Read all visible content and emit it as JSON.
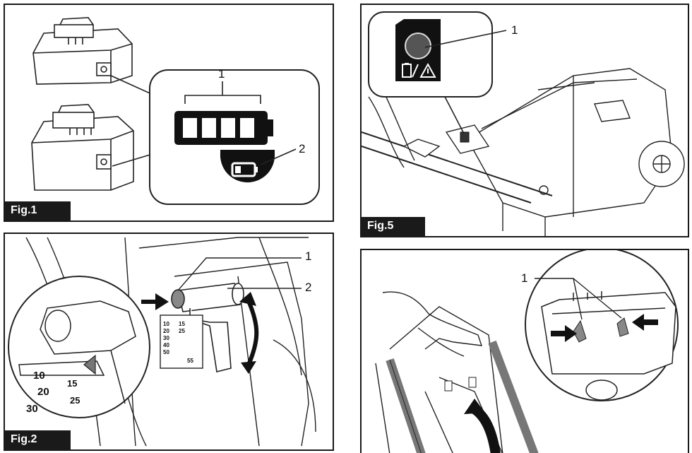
{
  "figures": [
    {
      "label": "Fig.1",
      "callouts": [
        "1",
        "2"
      ]
    },
    {
      "label": "Fig.2",
      "callouts": [
        "1",
        "2"
      ],
      "scale_small": [
        "10",
        "15",
        "20",
        "25",
        "30",
        "40",
        "50",
        "55"
      ],
      "scale_large": [
        "10",
        "15",
        "20",
        "25",
        "30"
      ]
    },
    {
      "label": "Fig.5",
      "callouts": [
        "1"
      ]
    },
    {
      "label": "",
      "callouts": [
        "1"
      ]
    }
  ]
}
